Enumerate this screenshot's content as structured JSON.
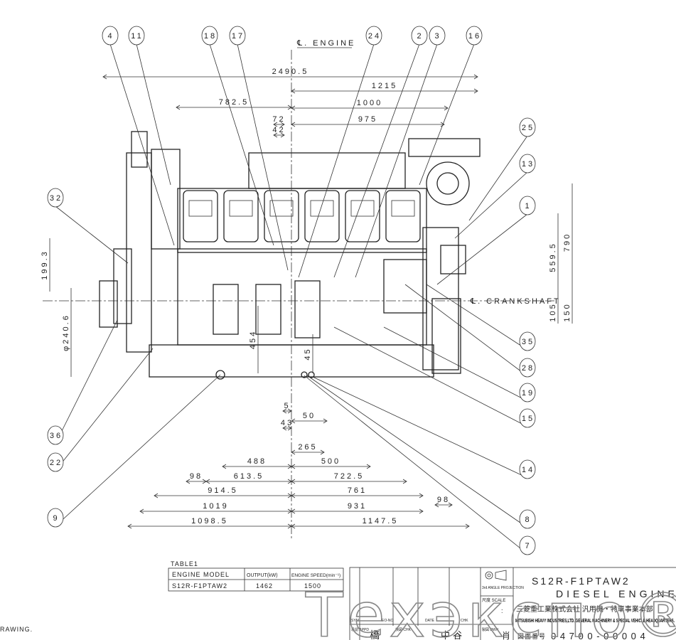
{
  "drawing": {
    "centerline_engine": "℄. ENGINE",
    "centerline_crankshaft": "℄. CRANKSHAFT",
    "left_fragment": "RAWING.",
    "callouts": [
      "4",
      "11",
      "18",
      "17",
      "24",
      "2",
      "3",
      "16",
      "25",
      "13",
      "1",
      "32",
      "35",
      "28",
      "19",
      "15",
      "14",
      "8",
      "7",
      "9",
      "22",
      "36"
    ],
    "dimensions": [
      "2490.5",
      "1215",
      "782.5",
      "1000",
      "72",
      "975",
      "42",
      "5",
      "50",
      "43",
      "265",
      "488",
      "500",
      "98",
      "613.5",
      "722.5",
      "914.5",
      "761",
      "98",
      "1019",
      "931",
      "1098.5",
      "1147.5",
      "199.3",
      "φ240.6",
      "790",
      "559.5",
      "105",
      "150",
      "454",
      "45"
    ]
  },
  "table": {
    "title": "TABLE1",
    "headers": [
      "ENGINE MODEL",
      "OUTPUT(kW)",
      "ENGINE SPEED(min⁻¹)"
    ],
    "row": [
      "S12R-F1PTAW2",
      "1462",
      "1500"
    ]
  },
  "title_block": {
    "model": "S12R-F1PTAW2",
    "name": "DIESEL ENGINE",
    "company_jp": "三菱重工業株式会社 汎用機・特車事業本部",
    "company_en": "MITSUBISHI HEAVY INDUSTRIES,LTD. GENERAL MACHINERY & SPECIAL VEHICLE HEADQUARTERS.",
    "projection": "3rd ANGLE PROJECTION",
    "scale_label": "尺度 SCALE",
    "scale_value": ":",
    "rev_cols": [
      "SYM",
      "EO-NO",
      "DATE",
      "CHK"
    ],
    "appd_label": "承認 APPD",
    "appd_name": "橋",
    "chk_label": "検図 CHK",
    "chk_name": "中谷",
    "dwn_label": "製図 DWN",
    "dwn_name": "肖",
    "drawing_no_label": "図面番号",
    "drawing_no": "0 4 7 0 0 - 0 0 0 0 4"
  },
  "watermark": "Техэкспо®"
}
